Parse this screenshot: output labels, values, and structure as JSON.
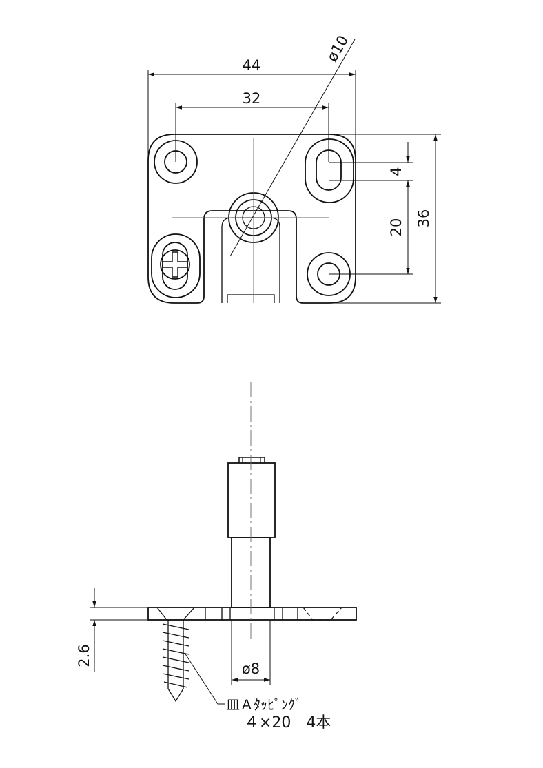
{
  "dimensions": {
    "width_total": "44",
    "hole_pitch": "32",
    "pin_diameter": "ø10",
    "slot_width": "4",
    "hole_vertical_pitch": "20",
    "height_total": "36",
    "plate_thickness": "2.6",
    "shaft_diameter": "ø8"
  },
  "screw_note": {
    "line1": "皿Ａﾀｯﾋﾟﾝｸﾞ",
    "line2": "４×20　4本"
  },
  "colors": {
    "line": "#111111",
    "centerline": "#555555",
    "background": "#ffffff"
  }
}
